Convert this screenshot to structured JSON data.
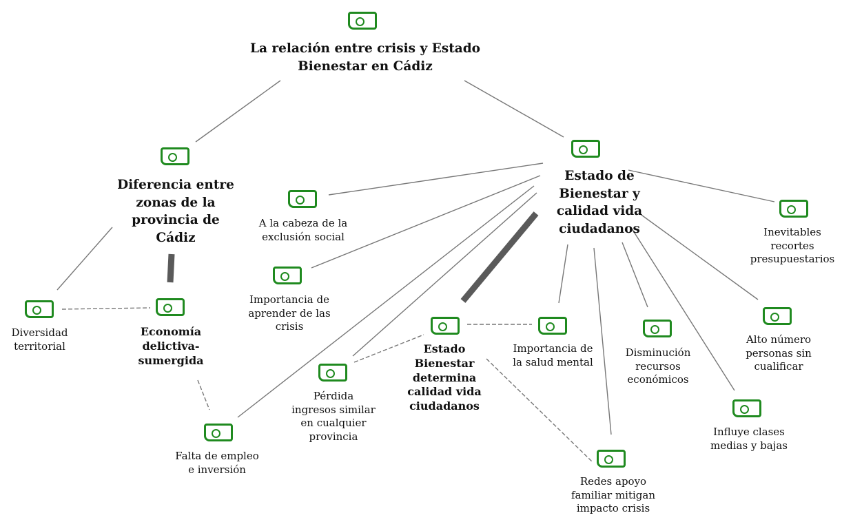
{
  "diagram": {
    "nodes": {
      "root": {
        "label": "La relación entre crisis y Estado\nBienestar en Cádiz"
      },
      "diferencia": {
        "label": "Diferencia entre\nzonas de la\nprovincia de\nCádiz"
      },
      "estado": {
        "label": "Estado de\nBienestar y\ncalidad vida\nciudadanos"
      },
      "cabeza": {
        "label": "A la cabeza de la\nexclusión social"
      },
      "inevitables": {
        "label": "Inevitables\nrecortes\npresupuestarios"
      },
      "aprender": {
        "label": "Importancia de\naprender de las\ncrisis"
      },
      "diversidad": {
        "label": "Diversidad\nterritorial"
      },
      "economia": {
        "label": "Economía\ndelictiva-\nsumergida"
      },
      "determina": {
        "label": "Estado\nBienestar\ndetermina\ncalidad vida\nciudadanos"
      },
      "salud": {
        "label": "Importancia de\nla salud mental"
      },
      "disminucion": {
        "label": "Disminución\nrecursos\neconómicos"
      },
      "alto": {
        "label": "Alto número\npersonas sin\ncualificar"
      },
      "perdida": {
        "label": "Pérdida\ningresos similar\nen cualquier\nprovincia"
      },
      "falta": {
        "label": "Falta de empleo\ne inversión"
      },
      "influye": {
        "label": "Influye clases\nmedias y bajas"
      },
      "redes": {
        "label": "Redes apoyo\nfamiliar mitigan\nimpacto crisis"
      }
    }
  }
}
